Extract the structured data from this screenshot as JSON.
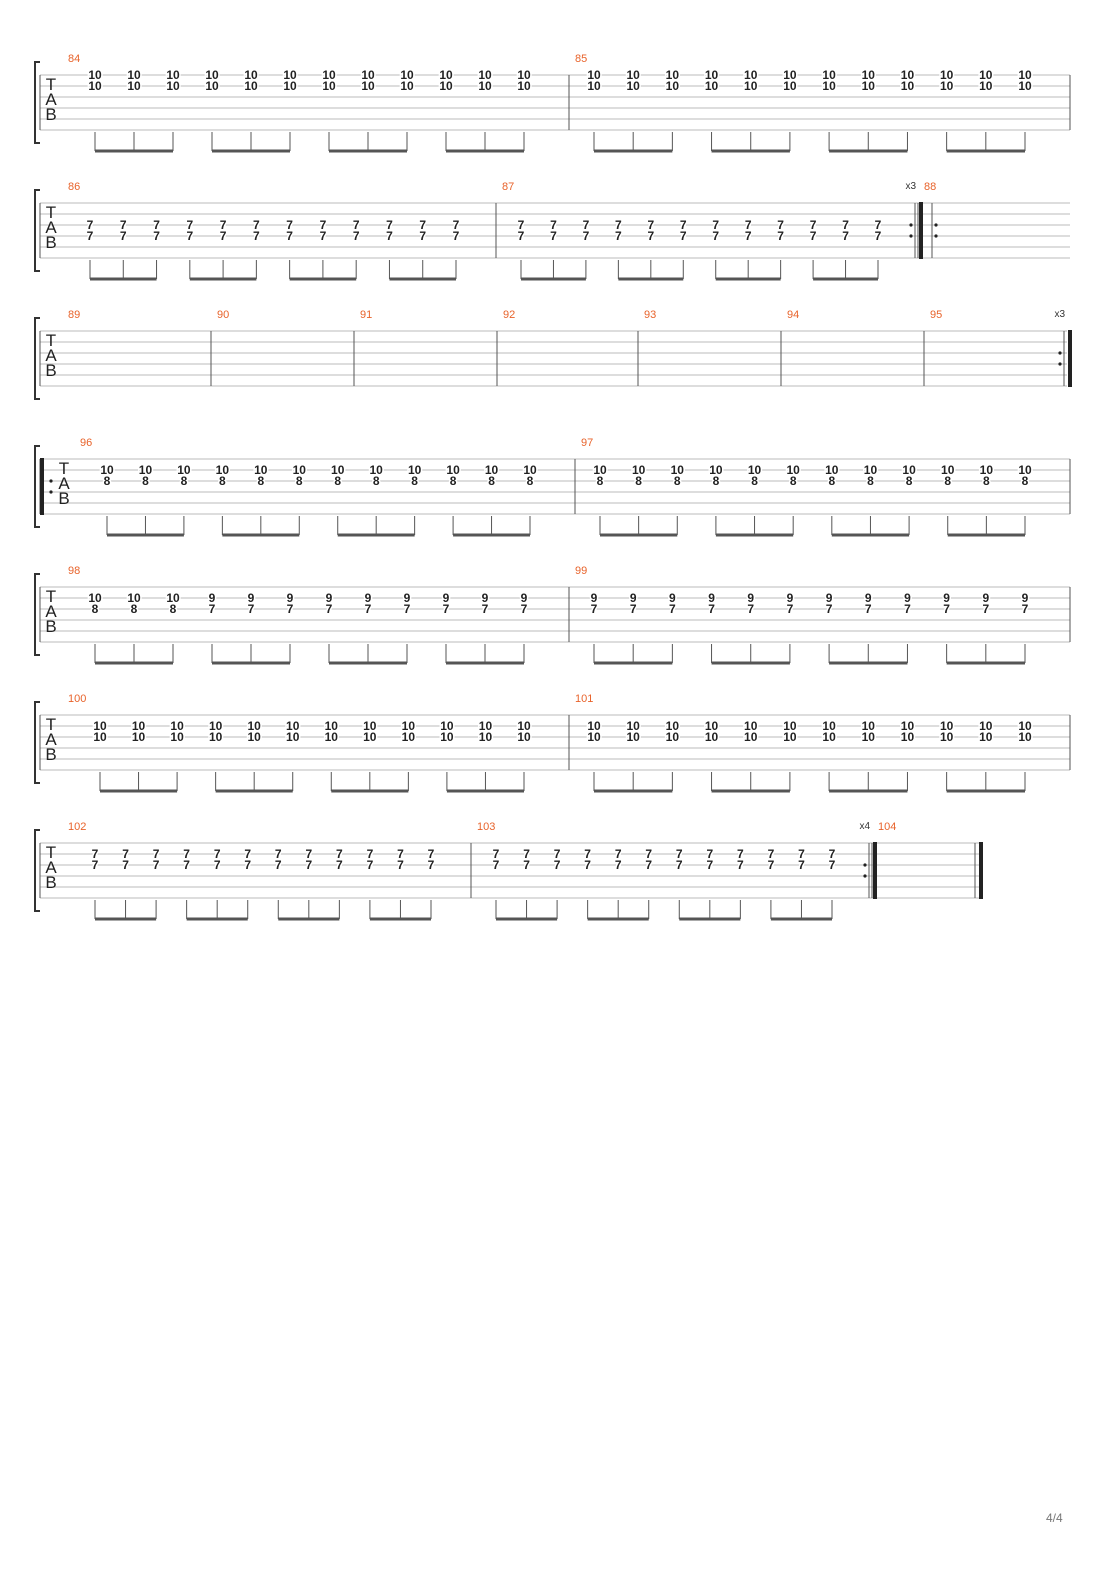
{
  "page_number": "4/4",
  "tab_label": [
    "T",
    "A",
    "B"
  ],
  "systems": [
    {
      "measures": [
        {
          "number": "84",
          "groups": [
            [
              "10",
              "10",
              "10"
            ],
            [
              "10",
              "10",
              "10"
            ],
            [
              "10",
              "10",
              "10"
            ],
            [
              "10",
              "10",
              "10"
            ],
            [
              "10",
              "10",
              "10"
            ],
            [
              "10",
              "10",
              "10"
            ],
            [
              "10",
              "10",
              "10"
            ],
            [
              "10",
              "10",
              "10"
            ],
            [
              "10",
              "10",
              "10"
            ],
            [
              "10",
              "10",
              "10"
            ],
            [
              "10",
              "10",
              "10"
            ],
            [
              "10",
              "10",
              "10"
            ]
          ]
        },
        {
          "number": "85",
          "groups": [
            [
              "10",
              "10",
              "10"
            ],
            [
              "10",
              "10",
              "10"
            ],
            [
              "10",
              "10",
              "10"
            ],
            [
              "10",
              "10",
              "10"
            ],
            [
              "10",
              "10",
              "10"
            ],
            [
              "10",
              "10",
              "10"
            ],
            [
              "10",
              "10",
              "10"
            ],
            [
              "10",
              "10",
              "10"
            ],
            [
              "10",
              "10",
              "10"
            ],
            [
              "10",
              "10",
              "10"
            ],
            [
              "10",
              "10",
              "10"
            ],
            [
              "10",
              "10",
              "10"
            ]
          ]
        }
      ]
    },
    {
      "measures": [
        {
          "number": "86",
          "groups": [
            [
              "7",
              "7",
              "7"
            ],
            [
              "7",
              "7",
              "7"
            ],
            [
              "7",
              "7",
              "7"
            ],
            [
              "7",
              "7",
              "7"
            ],
            [
              "7",
              "7",
              "7"
            ],
            [
              "7",
              "7",
              "7"
            ],
            [
              "7",
              "7",
              "7"
            ],
            [
              "7",
              "7",
              "7"
            ],
            [
              "7",
              "7",
              "7"
            ],
            [
              "7",
              "7",
              "7"
            ],
            [
              "7",
              "7",
              "7"
            ],
            [
              "7",
              "7",
              "7"
            ]
          ]
        },
        {
          "number": "87",
          "groups": [
            [
              "7",
              "7",
              "7"
            ],
            [
              "7",
              "7",
              "7"
            ],
            [
              "7",
              "7",
              "7"
            ],
            [
              "7",
              "7",
              "7"
            ],
            [
              "7",
              "7",
              "7"
            ],
            [
              "7",
              "7",
              "7"
            ],
            [
              "7",
              "7",
              "7"
            ],
            [
              "7",
              "7",
              "7"
            ],
            [
              "7",
              "7",
              "7"
            ],
            [
              "7",
              "7",
              "7"
            ],
            [
              "7",
              "7",
              "7"
            ],
            [
              "7",
              "7",
              "7"
            ]
          ],
          "repeat_end": "x3"
        },
        {
          "number": "88",
          "repeat_start": true,
          "groups": []
        }
      ]
    },
    {
      "measures": [
        {
          "number": "89",
          "groups": []
        },
        {
          "number": "90",
          "groups": []
        },
        {
          "number": "91",
          "groups": []
        },
        {
          "number": "92",
          "groups": []
        },
        {
          "number": "93",
          "groups": []
        },
        {
          "number": "94",
          "groups": []
        },
        {
          "number": "95",
          "groups": [],
          "repeat_end": "x3"
        }
      ]
    },
    {
      "measures": [
        {
          "number": "96",
          "repeat_start": true,
          "groups": [
            [
              "10",
              "8"
            ],
            [
              "10",
              "8"
            ],
            [
              "10",
              "8"
            ],
            [
              "10",
              "8"
            ],
            [
              "10",
              "8"
            ],
            [
              "10",
              "8"
            ],
            [
              "10",
              "8"
            ],
            [
              "10",
              "8"
            ],
            [
              "10",
              "8"
            ],
            [
              "10",
              "8"
            ],
            [
              "10",
              "8"
            ],
            [
              "10",
              "8"
            ]
          ]
        },
        {
          "number": "97",
          "groups": [
            [
              "10",
              "8"
            ],
            [
              "10",
              "8"
            ],
            [
              "10",
              "8"
            ],
            [
              "10",
              "8"
            ],
            [
              "10",
              "8"
            ],
            [
              "10",
              "8"
            ],
            [
              "10",
              "8"
            ],
            [
              "10",
              "8"
            ],
            [
              "10",
              "8"
            ],
            [
              "10",
              "8"
            ],
            [
              "10",
              "8"
            ],
            [
              "10",
              "8"
            ]
          ]
        }
      ]
    },
    {
      "measures": [
        {
          "number": "98",
          "groups": [
            [
              "10",
              "8"
            ],
            [
              "10",
              "8"
            ],
            [
              "10",
              "8"
            ],
            [
              "9",
              "7"
            ],
            [
              "9",
              "7"
            ],
            [
              "9",
              "7"
            ],
            [
              "9",
              "7"
            ],
            [
              "9",
              "7"
            ],
            [
              "9",
              "7"
            ],
            [
              "9",
              "7"
            ],
            [
              "9",
              "7"
            ],
            [
              "9",
              "7"
            ]
          ]
        },
        {
          "number": "99",
          "groups": [
            [
              "9",
              "7"
            ],
            [
              "9",
              "7"
            ],
            [
              "9",
              "7"
            ],
            [
              "9",
              "7"
            ],
            [
              "9",
              "7"
            ],
            [
              "9",
              "7"
            ],
            [
              "9",
              "7"
            ],
            [
              "9",
              "7"
            ],
            [
              "9",
              "7"
            ],
            [
              "9",
              "7"
            ],
            [
              "9",
              "7"
            ],
            [
              "9",
              "7"
            ]
          ]
        }
      ]
    },
    {
      "measures": [
        {
          "number": "100",
          "groups": [
            [
              "10",
              "10"
            ],
            [
              "10",
              "10"
            ],
            [
              "10",
              "10"
            ],
            [
              "10",
              "10"
            ],
            [
              "10",
              "10"
            ],
            [
              "10",
              "10"
            ],
            [
              "10",
              "10"
            ],
            [
              "10",
              "10"
            ],
            [
              "10",
              "10"
            ],
            [
              "10",
              "10"
            ],
            [
              "10",
              "10"
            ],
            [
              "10",
              "10"
            ]
          ]
        },
        {
          "number": "101",
          "groups": [
            [
              "10",
              "10"
            ],
            [
              "10",
              "10"
            ],
            [
              "10",
              "10"
            ],
            [
              "10",
              "10"
            ],
            [
              "10",
              "10"
            ],
            [
              "10",
              "10"
            ],
            [
              "10",
              "10"
            ],
            [
              "10",
              "10"
            ],
            [
              "10",
              "10"
            ],
            [
              "10",
              "10"
            ],
            [
              "10",
              "10"
            ],
            [
              "10",
              "10"
            ]
          ]
        }
      ]
    },
    {
      "measures": [
        {
          "number": "102",
          "groups": [
            [
              "7",
              "7"
            ],
            [
              "7",
              "7"
            ],
            [
              "7",
              "7"
            ],
            [
              "7",
              "7"
            ],
            [
              "7",
              "7"
            ],
            [
              "7",
              "7"
            ],
            [
              "7",
              "7"
            ],
            [
              "7",
              "7"
            ],
            [
              "7",
              "7"
            ],
            [
              "7",
              "7"
            ],
            [
              "7",
              "7"
            ],
            [
              "7",
              "7"
            ]
          ]
        },
        {
          "number": "103",
          "groups": [
            [
              "7",
              "7"
            ],
            [
              "7",
              "7"
            ],
            [
              "7",
              "7"
            ],
            [
              "7",
              "7"
            ],
            [
              "7",
              "7"
            ],
            [
              "7",
              "7"
            ],
            [
              "7",
              "7"
            ],
            [
              "7",
              "7"
            ],
            [
              "7",
              "7"
            ],
            [
              "7",
              "7"
            ],
            [
              "7",
              "7"
            ],
            [
              "7",
              "7"
            ]
          ],
          "repeat_end": "x4"
        },
        {
          "number": "104",
          "groups": [],
          "final": true
        }
      ]
    }
  ]
}
